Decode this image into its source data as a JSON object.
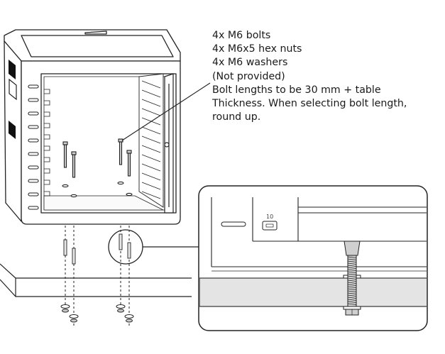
{
  "notes": {
    "bolts": "4x M6 bolts",
    "nuts": "4x M6x5 hex nuts",
    "washers": "4x M6 washers",
    "not_provided": "(Not provided)",
    "length_line1": "Bolt lengths to be 30 mm + table",
    "length_line2": "Thickness. When selecting bolt length,",
    "length_line3": "round up."
  },
  "detail": {
    "port_label": "10"
  },
  "colors": {
    "line": "#222222",
    "table_fill": "#e4e4e4",
    "bolt_fill": "#cfcfcf"
  }
}
